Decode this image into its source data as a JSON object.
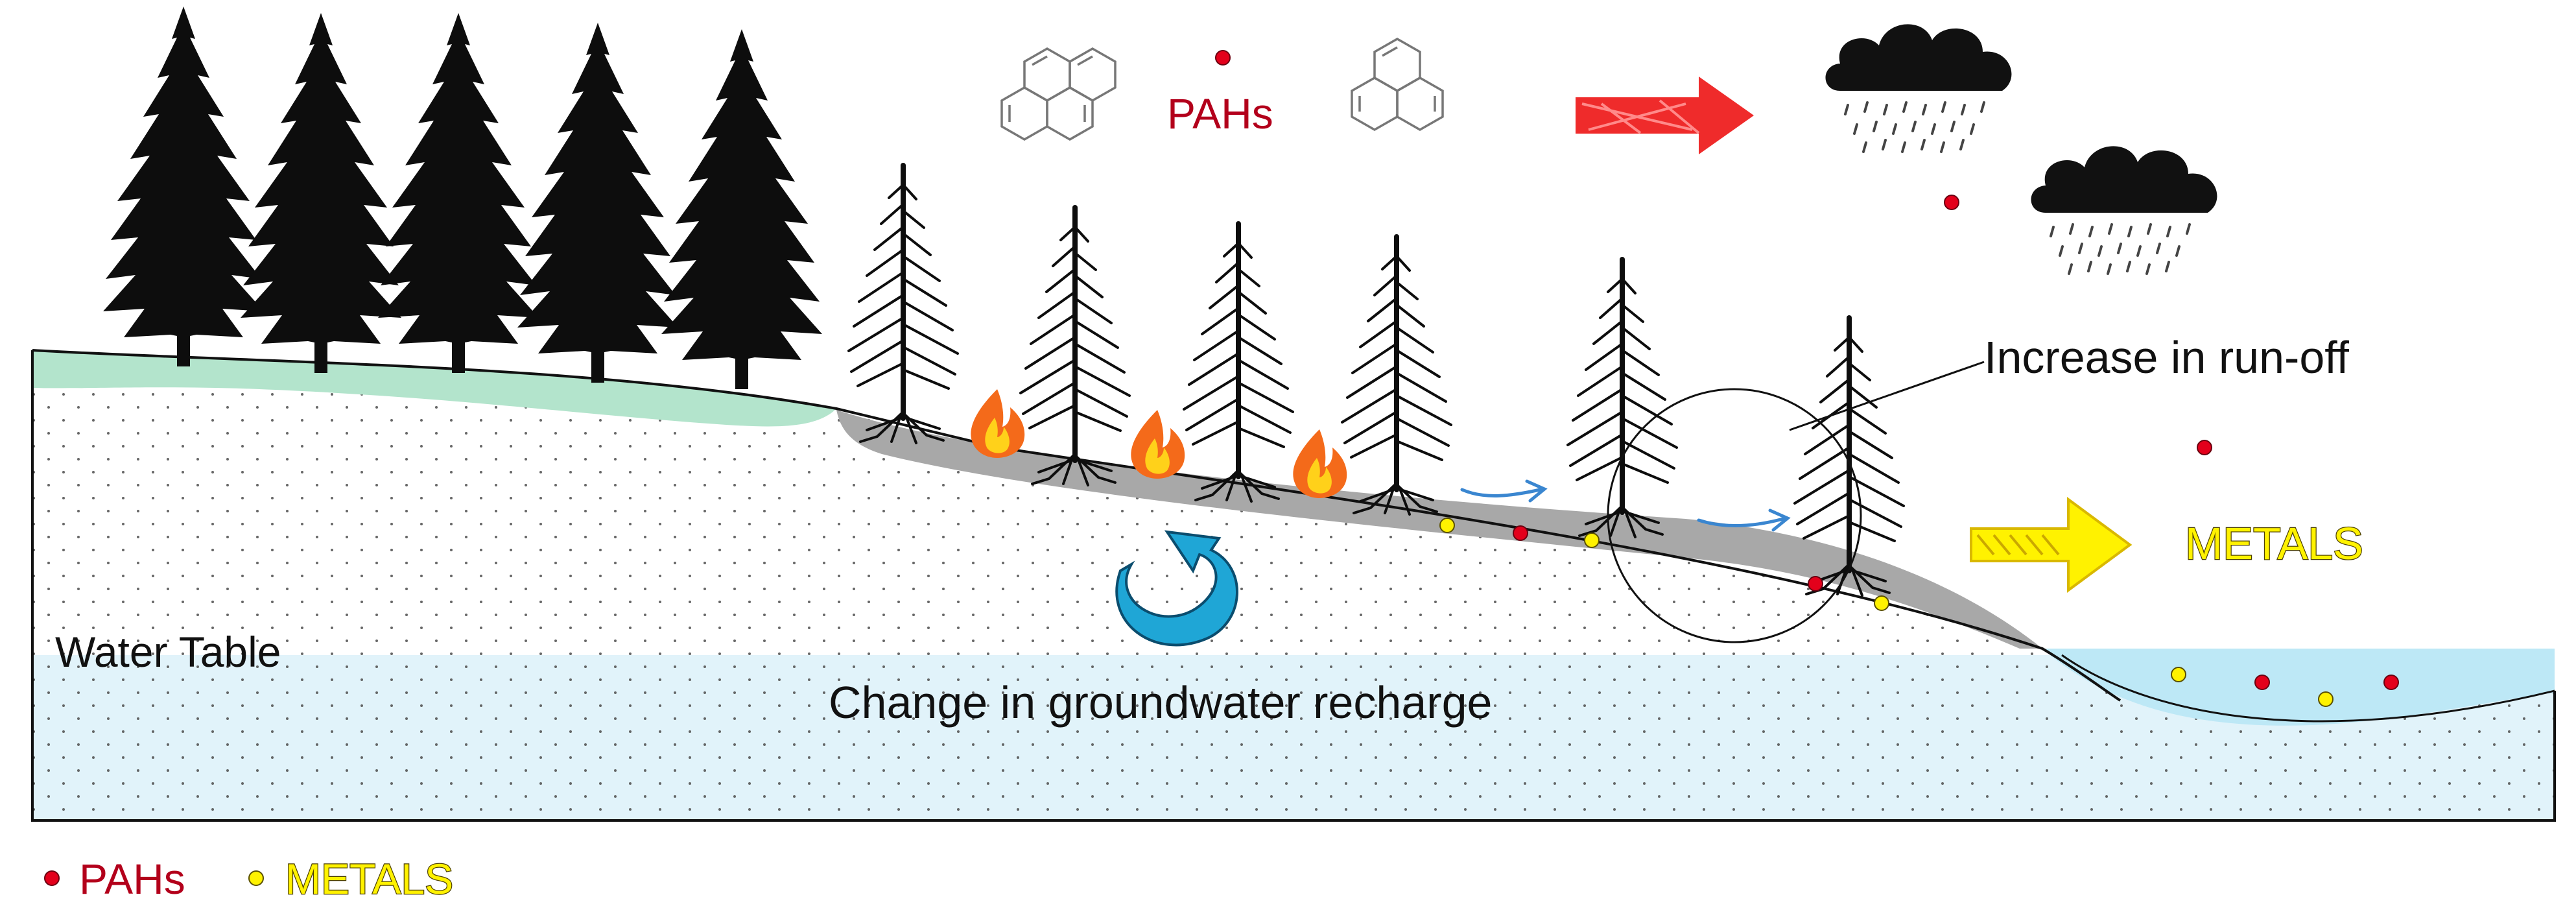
{
  "labels": {
    "pahs_top": "PAHs",
    "runoff": "Increase in run-off",
    "metals_right": "METALS",
    "water_table": "Water Table",
    "recharge": "Change in groundwater recharge"
  },
  "legend": {
    "pahs": "PAHs",
    "metals": "METALS"
  },
  "colors": {
    "pah_dot": "#e3001b",
    "metal_dot": "#fff200",
    "pah_text": "#b3001b",
    "metal_text": "#fff200",
    "groundwater": "#e1f3fa",
    "lake": "#bde8f6",
    "green_soil": "#b3e4cc",
    "ash_layer": "#a8a8a8",
    "tree": "#0d0d0d",
    "cloud": "#111111",
    "rain": "#444444",
    "red_arrow": "#ef2b2b",
    "yellow_arrow": "#fff200",
    "flow_arrow": "#3a86d0",
    "recharge_arrow": "#1fa6d6",
    "fire": "#f46a1a"
  },
  "icons": [
    "pine-tree-icon",
    "burnt-tree-icon",
    "fire-icon",
    "rain-cloud-icon",
    "pah-molecule-icon",
    "arrow-icon",
    "recharge-arrow-icon"
  ]
}
